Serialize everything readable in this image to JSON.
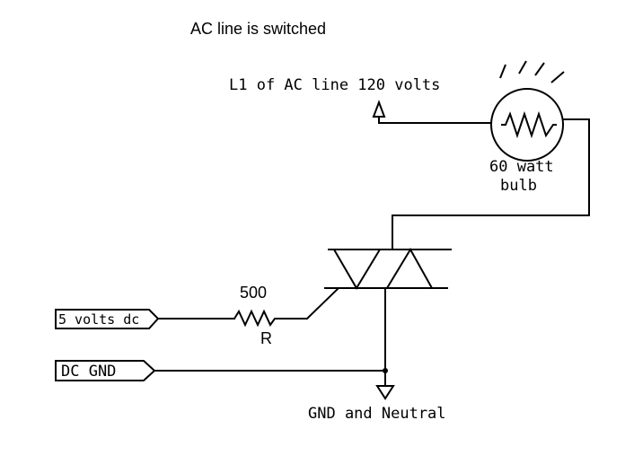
{
  "title": "AC line is switched",
  "labels": {
    "ac_line": "L1 of AC line 120 volts",
    "bulb_line1": "60 watt",
    "bulb_line2": "bulb",
    "resistor_value": "500",
    "resistor_name": "R",
    "input_5v": "5 volts dc",
    "input_gnd": "DC GND",
    "ground": "GND and Neutral"
  }
}
